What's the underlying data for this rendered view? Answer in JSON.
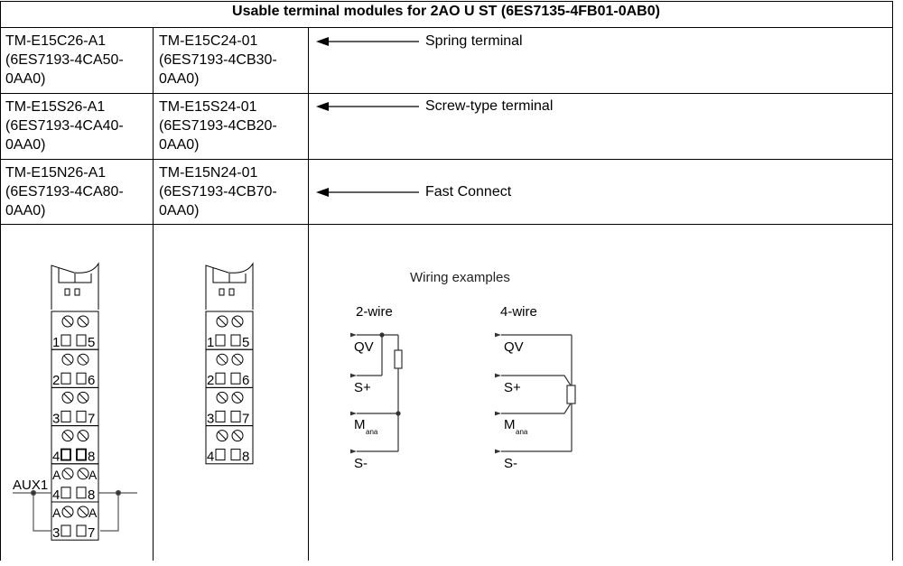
{
  "title": "Usable terminal modules for 2AO U ST (6ES7135-4FB01-0AB0)",
  "rows": [
    {
      "col1": [
        "TM-E15C26-A1",
        "(6ES7193-4CA50-",
        "0AA0)"
      ],
      "col2": [
        "TM-E15C24-01",
        "(6ES7193-4CB30-",
        "0AA0)"
      ],
      "type": "Spring terminal"
    },
    {
      "col1": [
        "TM-E15S26-A1",
        "(6ES7193-4CA40-",
        "0AA0)"
      ],
      "col2": [
        "TM-E15S24-01",
        "(6ES7193-4CB20-",
        "0AA0)"
      ],
      "type": "Screw-type terminal"
    },
    {
      "col1": [
        "TM-E15N26-A1",
        "(6ES7193-4CA80-",
        "0AA0)"
      ],
      "col2": [
        "TM-E15N24-01",
        "(6ES7193-4CB70-",
        "0AA0)"
      ],
      "type": "Fast Connect"
    }
  ],
  "module1": {
    "terminals": [
      [
        "1",
        "5"
      ],
      [
        "2",
        "6"
      ],
      [
        "3",
        "7"
      ],
      [
        "4",
        "8"
      ],
      [
        "4",
        "8"
      ],
      [
        "3",
        "7"
      ]
    ],
    "aux_label": "A",
    "aux1": "AUX1"
  },
  "module2": {
    "terminals": [
      [
        "1",
        "5"
      ],
      [
        "2",
        "6"
      ],
      [
        "3",
        "7"
      ],
      [
        "4",
        "8"
      ]
    ]
  },
  "wiring": {
    "title": "Wiring examples",
    "two_wire": "2-wire",
    "four_wire": "4-wire",
    "signals": {
      "qv": "QV",
      "s_plus": "S+",
      "m": "M",
      "m_sub": "ana",
      "s_minus": "S-"
    }
  }
}
